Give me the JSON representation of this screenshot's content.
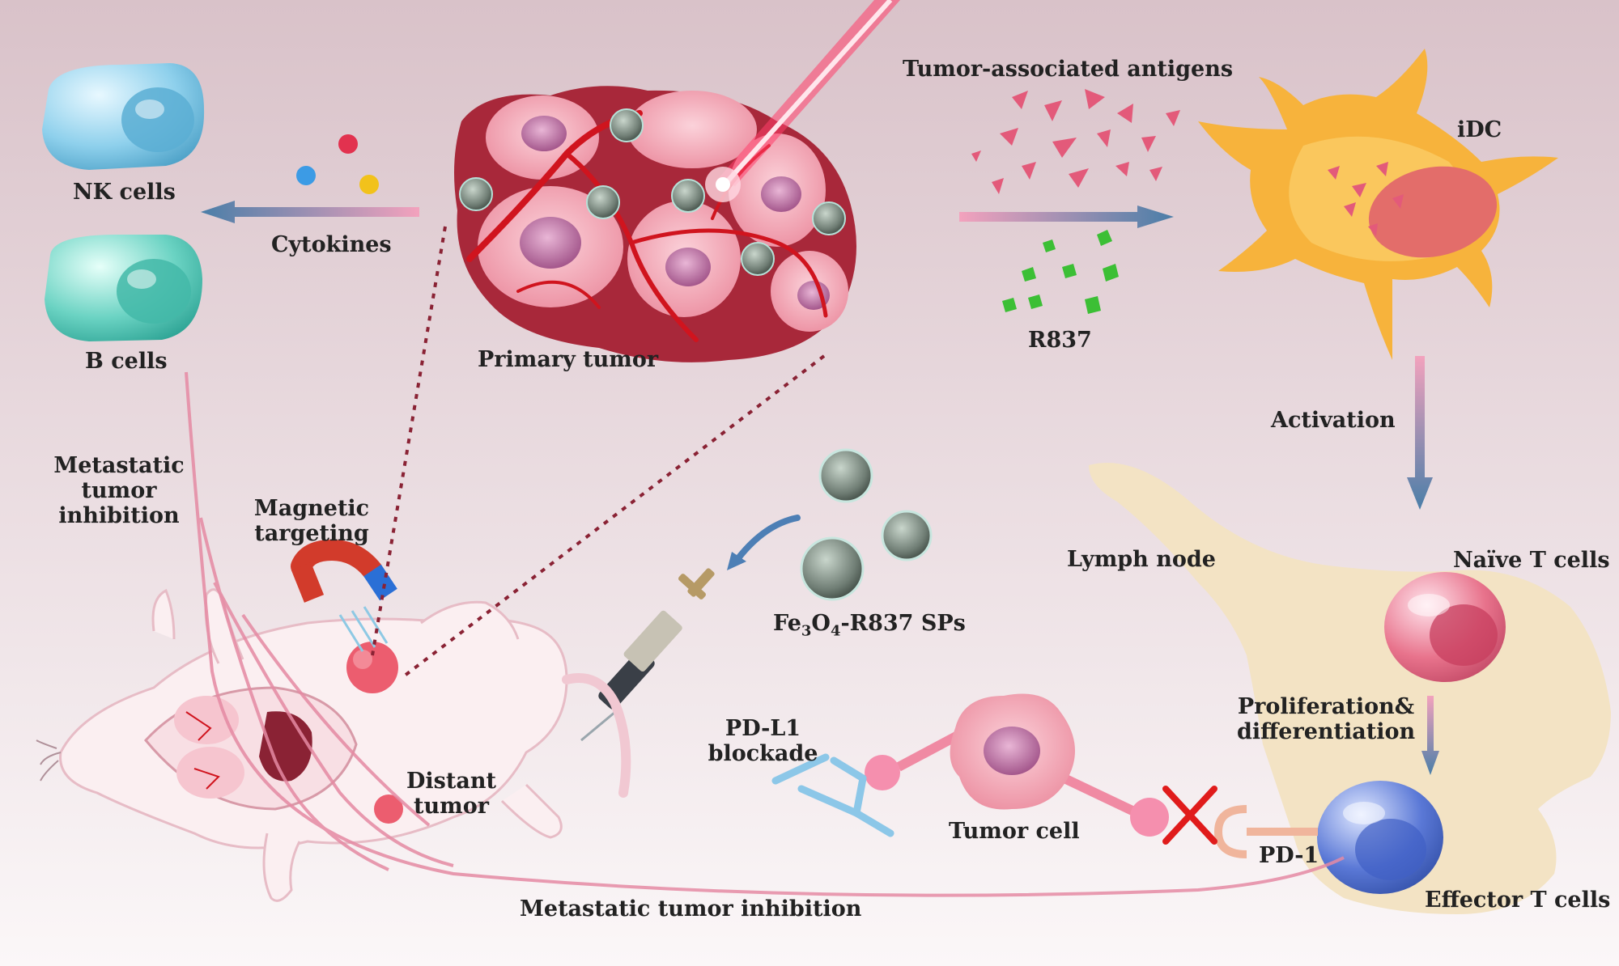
{
  "labels": {
    "nk_cells": "NK cells",
    "b_cells": "B cells",
    "cytokines": "Cytokines",
    "primary_tumor": "Primary tumor",
    "tumor_associated_antigens": "Tumor-associated antigens",
    "r837": "R837",
    "idc": "iDC",
    "activation": "Activation",
    "lymph_node": "Lymph node",
    "naive_t_cells": "Naïve T cells",
    "proliferation_line1": "Proliferation&",
    "proliferation_line2": "differentiation",
    "effector_t_cells": "Effector T cells",
    "pd1": "PD-1",
    "tumor_cell": "Tumor cell",
    "pdl1_line1": "PD-L1",
    "pdl1_line2": "blockade",
    "nanoparticle_fe": "Fe",
    "nanoparticle_sub3": "3",
    "nanoparticle_o": "O",
    "nanoparticle_sub4": "4",
    "nanoparticle_rest": "-R837 SPs",
    "magnetic_line1": "Magnetic",
    "magnetic_line2": "targeting",
    "metastatic_left_line1": "Metastatic",
    "metastatic_left_line2": "tumor",
    "metastatic_left_line3": "inhibition",
    "distant_line1": "Distant",
    "distant_line2": "tumor",
    "metastatic_bottom": "Metastatic tumor inhibition"
  },
  "colors": {
    "background_top": "#d9c2c9",
    "background_bottom": "#fbf7f8",
    "tumor_tissue": "#a8283a",
    "tumor_cell": "#f2a7b4",
    "blood_vessel": "#d0141e",
    "laser": "#ff3e6a",
    "idc_body": "#f7b33c",
    "lymph_node": "#f3e3c4",
    "nk_cell": "#8ed0ec",
    "b_cell": "#6bd3c3",
    "naive_t_cell": "#e8738c",
    "effector_t_cell": "#5a78d6",
    "nanoparticle": "#6f7d74",
    "r837_crystal": "#3cbf35",
    "antigen_fragment": "#e35a7a",
    "block_cross": "#e01b1b"
  },
  "icons": [
    "laser-beam",
    "magnet-icon",
    "syringe-icon",
    "antibody-icon",
    "cross-icon",
    "mouse-illustration"
  ]
}
